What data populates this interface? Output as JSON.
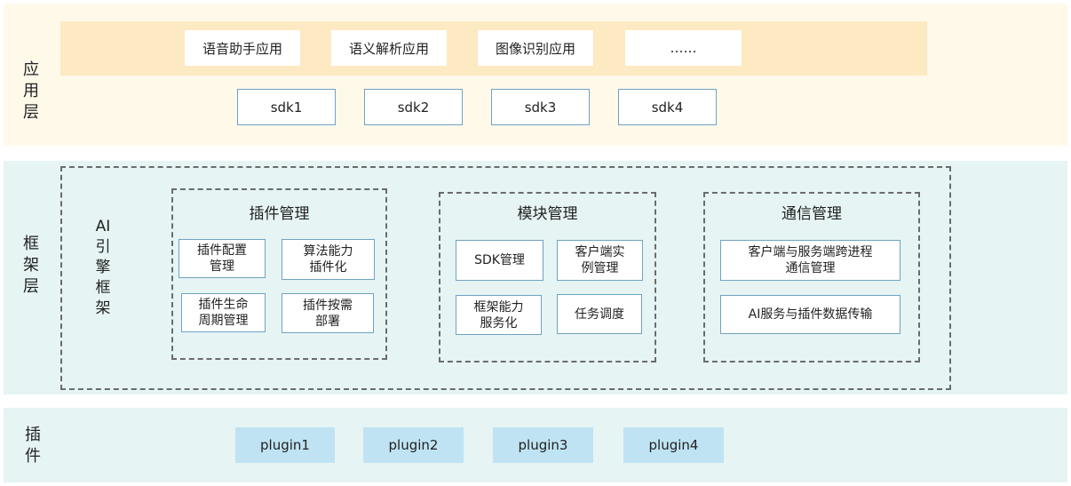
{
  "layers": {
    "app_label": [
      "应",
      "用",
      "层"
    ],
    "framework_label": [
      "框",
      "架",
      "层"
    ],
    "plugin_label": [
      "插",
      "件"
    ]
  },
  "apps": [
    "语音助手应用",
    "语义解析应用",
    "图像识别应用",
    "……"
  ],
  "sdks": [
    "sdk1",
    "sdk2",
    "sdk3",
    "sdk4"
  ],
  "framework": {
    "ai_frame": [
      "AI",
      "引",
      "擎",
      "框",
      "架"
    ],
    "plugin_mgmt": {
      "title": "插件管理",
      "items": [
        [
          "插件配置",
          "管理"
        ],
        [
          "算法能力",
          "插件化"
        ],
        [
          "插件生命",
          "周期管理"
        ],
        [
          "插件按需",
          "部署"
        ]
      ]
    },
    "module_mgmt": {
      "title": "模块管理",
      "items": [
        [
          "SDK管理"
        ],
        [
          "客户端实",
          "例管理"
        ],
        [
          "框架能力",
          "服务化"
        ],
        [
          "任务调度"
        ]
      ]
    },
    "comm_mgmt": {
      "title": "通信管理",
      "items": [
        [
          "客户端与服务端跨进程",
          "通信管理"
        ],
        [
          "AI服务与插件数据传输"
        ]
      ]
    }
  },
  "plugins": [
    "plugin1",
    "plugin2",
    "plugin3",
    "plugin4"
  ],
  "colors": {
    "app_band": "#fff9ea",
    "app_strip": "#fde9c2",
    "framework_band": "#e6f4f4",
    "plugin_box": "#bfe3f3",
    "box_border": "#6fa3c4",
    "dash": "#6b6b6b"
  }
}
